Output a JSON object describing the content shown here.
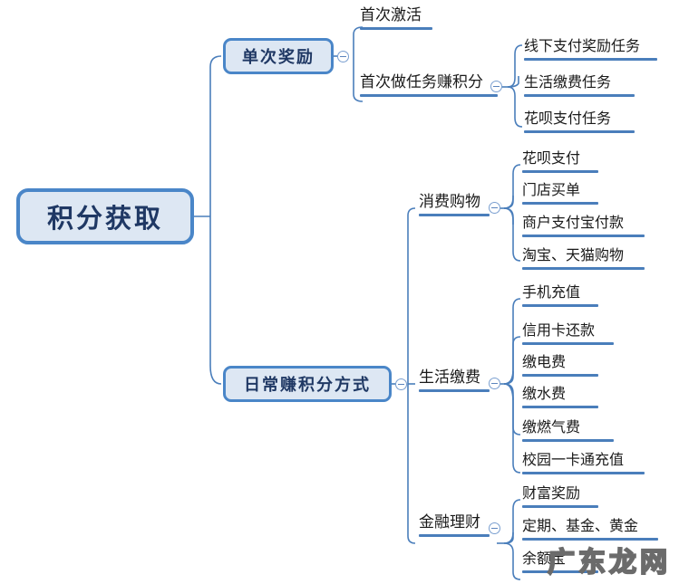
{
  "document": {
    "title": "积分获取",
    "type": "mind-map",
    "watermark": "广东龙网"
  },
  "colors": {
    "node_fill": "#dde7f3",
    "node_border": "#4a86c8",
    "node_text": "#1f3864",
    "connector": "#4a7ebb",
    "leaf_text": "#1a1a1a",
    "background": "#ffffff"
  },
  "root": {
    "label": "积分获取"
  },
  "branches": [
    {
      "label": "单次奖励",
      "toggle": "collapse-toggle",
      "children": [
        {
          "label": "首次激活",
          "children": []
        },
        {
          "label": "首次做任务赚积分",
          "toggle": "collapse-toggle",
          "children": [
            {
              "label": "线下支付奖励任务"
            },
            {
              "label": "生活缴费任务"
            },
            {
              "label": "花呗支付任务"
            }
          ]
        }
      ]
    },
    {
      "label": "日常赚积分方式",
      "toggle": "collapse-toggle",
      "children": [
        {
          "label": "消费购物",
          "toggle": "collapse-toggle",
          "children": [
            {
              "label": "花呗支付"
            },
            {
              "label": "门店买单"
            },
            {
              "label": "商户支付宝付款"
            },
            {
              "label": "淘宝、天猫购物"
            }
          ]
        },
        {
          "label": "生活缴费",
          "toggle": "collapse-toggle",
          "children": [
            {
              "label": "手机充值"
            },
            {
              "label": "信用卡还款"
            },
            {
              "label": "缴电费"
            },
            {
              "label": "缴水费"
            },
            {
              "label": "缴燃气费"
            },
            {
              "label": "校园一卡通充值"
            }
          ]
        },
        {
          "label": "金融理财",
          "toggle": "collapse-toggle",
          "children": [
            {
              "label": "财富奖励"
            },
            {
              "label": "定期、基金、黄金"
            },
            {
              "label": "余额宝"
            }
          ]
        }
      ]
    }
  ]
}
